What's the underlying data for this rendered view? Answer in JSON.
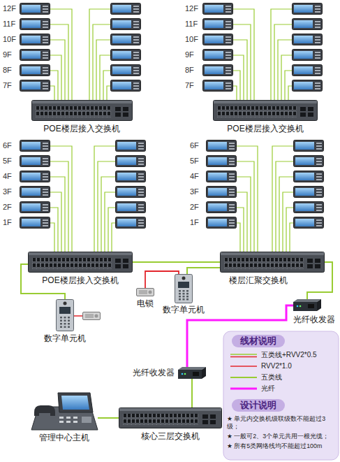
{
  "diagram": {
    "nodes": [
      {
        "text": [
          "POE楼层接入交换机"
        ]
      },
      {
        "text": [
          "POE楼层接入交换机"
        ]
      },
      {
        "text": [
          "POE楼层接入交换机"
        ]
      },
      {
        "text": [
          "楼层汇聚交换机"
        ]
      },
      {
        "text": [
          "电锁"
        ]
      },
      {
        "text": [
          "数字单元机"
        ]
      },
      {
        "text": [
          "数字单元机"
        ]
      },
      {
        "text": [
          "光纤收发器"
        ]
      },
      {
        "text": [
          "光纤收发器"
        ]
      },
      {
        "text": [
          "管理中心主机"
        ]
      },
      {
        "text": [
          "核心三层交换机"
        ]
      }
    ],
    "edges": [
      {
        "from": 2,
        "to": 3,
        "arrow": "none"
      },
      {
        "from": 3,
        "to": 5,
        "arrow": "none"
      },
      {
        "from": 5,
        "to": 4,
        "arrow": "none"
      },
      {
        "from": 2,
        "to": 6,
        "arrow": "none"
      },
      {
        "from": 3,
        "to": 7,
        "arrow": "none"
      },
      {
        "from": 7,
        "to": 8,
        "arrow": "none"
      },
      {
        "from": 8,
        "to": 10,
        "arrow": "none"
      },
      {
        "from": 10,
        "to": 9,
        "arrow": "none"
      }
    ],
    "labels": [
      "12F",
      "11F",
      "10F",
      "9F",
      "8F",
      "7F",
      "12F",
      "11F",
      "10F",
      "9F",
      "8F",
      "7F",
      "6F",
      "5F",
      "4F",
      "3F",
      "2F",
      "1F",
      "6F",
      "5F",
      "4F",
      "3F",
      "2F",
      "1F",
      "线材说明",
      "设计说明",
      "★ 单元内交换机级联级数不能超过3级；",
      "★ 一般可2、3个单元共用一根光缆；",
      "★ 所有5类网络线均不能超过100m"
    ],
    "legend": [
      {
        "text": "五类线+RVV2*0.5"
      },
      {
        "text": "RVV2*1.0"
      },
      {
        "text": "五类线"
      },
      {
        "text": "光纤"
      }
    ]
  }
}
